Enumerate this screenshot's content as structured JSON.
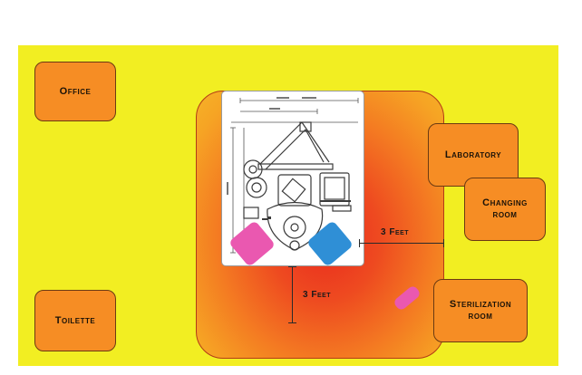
{
  "rooms": {
    "office": "Office",
    "toilette": "Toilette",
    "laboratory": "Laboratory",
    "changing_room": [
      "Changing",
      "room"
    ],
    "sterilization_room": [
      "Sterilization",
      "room"
    ]
  },
  "dimensions": {
    "horizontal": "3 Feet",
    "vertical": "3 Feet"
  },
  "colors": {
    "floor": "#f2ee22",
    "room_fill": "#f68d24",
    "zone_center": "#e92a1e",
    "zone_edge": "#f7b227",
    "tag_pink": "#ea58b0",
    "tag_blue": "#2f8fd6"
  }
}
